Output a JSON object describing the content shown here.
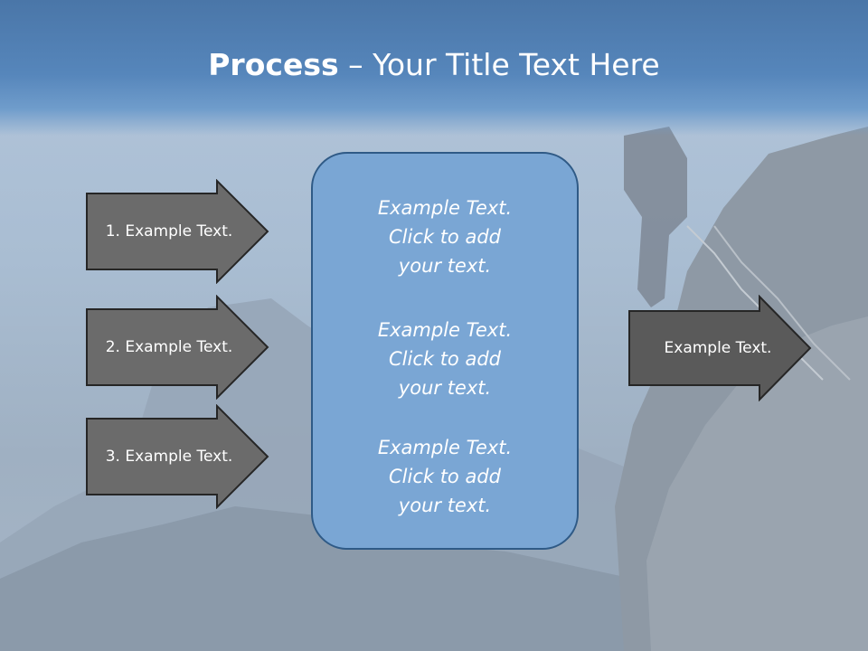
{
  "slide": {
    "title_bold": "Process",
    "title_rest": " – Your Title Text Here"
  },
  "left_arrows": [
    {
      "label": "1. Example Text."
    },
    {
      "label": "2. Example Text."
    },
    {
      "label": "3. Example Text."
    }
  ],
  "center_box": {
    "items": [
      {
        "line1": "Example Text.",
        "line2": "Click  to add",
        "line3": "your text."
      },
      {
        "line1": "Example Text.",
        "line2": "Click  to add",
        "line3": "your text."
      },
      {
        "line1": "Example Text.",
        "line2": "Click  to add",
        "line3": "your text."
      }
    ]
  },
  "right_arrow": {
    "label": "Example Text."
  },
  "colors": {
    "arrow_fill": "#6b6b6b",
    "arrow_stroke": "#262626",
    "box_fill": "#7aa6d4",
    "box_stroke": "#2f5a86",
    "title_bar": "#5686bb"
  }
}
